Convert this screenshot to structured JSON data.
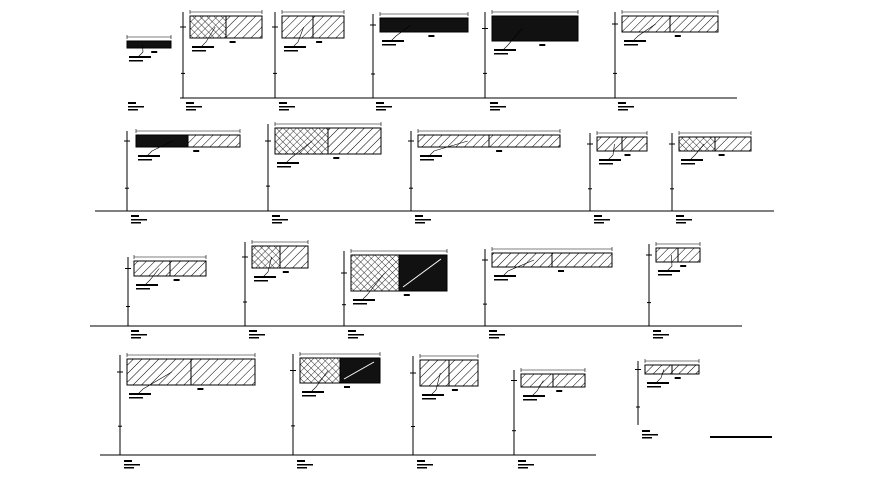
{
  "drawing": {
    "kind": "CAD sheet of lintel / beam cross-section details with hatch patterns",
    "line_color": "#000000",
    "background": "#ffffff",
    "rows": [
      {
        "id": "row-1",
        "details": [
          {
            "id": "d1",
            "fill": "solid"
          },
          {
            "id": "d2",
            "fill": "crosshatch-diagonal"
          },
          {
            "id": "d3",
            "fill": "diagonal"
          },
          {
            "id": "d4",
            "fill": "solid"
          },
          {
            "id": "d5",
            "fill": "solid"
          },
          {
            "id": "d6",
            "fill": "diagonal"
          }
        ]
      },
      {
        "id": "row-2",
        "details": [
          {
            "id": "d7",
            "fill": "solid-diagonal"
          },
          {
            "id": "d8",
            "fill": "crosshatch-diagonal"
          },
          {
            "id": "d9",
            "fill": "diagonal"
          },
          {
            "id": "d10",
            "fill": "diagonal"
          },
          {
            "id": "d11",
            "fill": "crosshatch-diagonal"
          }
        ]
      },
      {
        "id": "row-3",
        "details": [
          {
            "id": "d12",
            "fill": "diagonal"
          },
          {
            "id": "d13",
            "fill": "crosshatch-diagonal"
          },
          {
            "id": "d14",
            "fill": "crosshatch-solid"
          },
          {
            "id": "d15",
            "fill": "diagonal"
          },
          {
            "id": "d16",
            "fill": "diagonal"
          }
        ]
      },
      {
        "id": "row-4",
        "details": [
          {
            "id": "d17",
            "fill": "diagonal"
          },
          {
            "id": "d18",
            "fill": "crosshatch-solid"
          },
          {
            "id": "d19",
            "fill": "diagonal"
          },
          {
            "id": "d20",
            "fill": "diagonal"
          },
          {
            "id": "d21",
            "fill": "diagonal"
          }
        ]
      }
    ]
  }
}
